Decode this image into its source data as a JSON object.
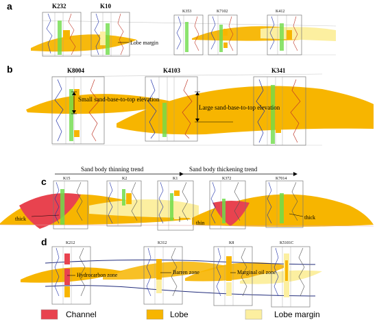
{
  "panels": {
    "a": {
      "label": "a",
      "wells": [
        "K232",
        "K10",
        "K353",
        "K7102",
        "K412"
      ],
      "annotations": {
        "lobe_margin": "Lobe margin"
      }
    },
    "b": {
      "label": "b",
      "wells": [
        "K8004",
        "K4103",
        "K341"
      ],
      "annotations": {
        "small_elevation": "Small sand-base-to-top elevation",
        "large_elevation": "Large sand-base-to-top elevation"
      }
    },
    "c": {
      "label": "c",
      "wells": [
        "K15",
        "K2",
        "K1",
        "K372",
        "K7014"
      ],
      "annotations": {
        "thinning": "Sand body thinning trend",
        "thickening": "Sand body thickening trend",
        "thick_left": "thick",
        "thin": "thin",
        "thick_right": "thick"
      }
    },
    "d": {
      "label": "d",
      "wells": [
        "K212",
        "K312",
        "K8",
        "K5101C"
      ],
      "annotations": {
        "hydrocarbon": "Hydrocarbon zone",
        "barren": "Barren zone",
        "marginal": "Marginal oil zone"
      }
    }
  },
  "legend": {
    "items": [
      {
        "label": "Channel",
        "color": "#e8434f"
      },
      {
        "label": "Lobe",
        "color": "#f7b500"
      },
      {
        "label": "Lobe margin",
        "color": "#fcefa0"
      }
    ]
  },
  "colors": {
    "lobe": "#f7b500",
    "lobe_margin": "#fcefa0",
    "channel": "#e8434f",
    "sand_green": "#6fdc4a"
  }
}
